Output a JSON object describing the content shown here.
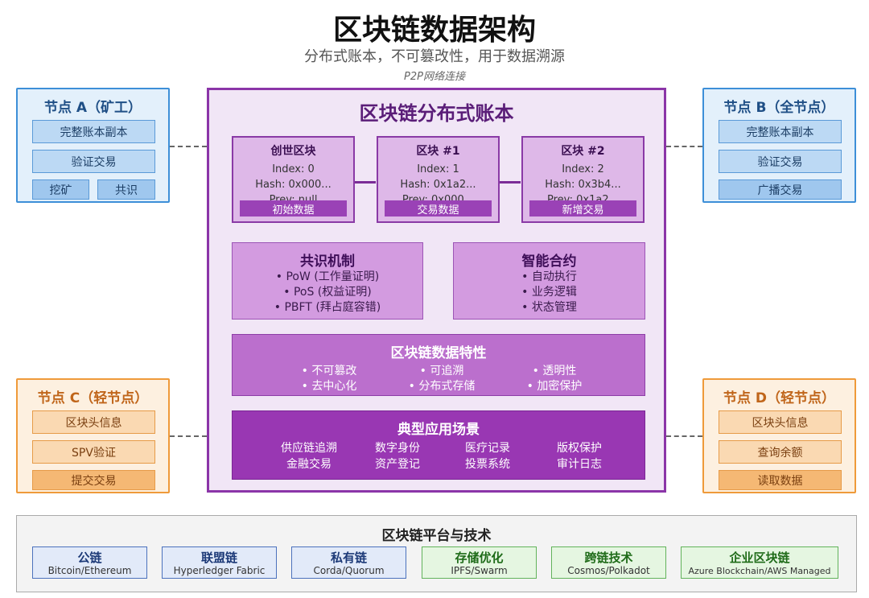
{
  "title": "区块链数据架构",
  "subtitle": "分布式账本，不可篡改性，用于数据溯源",
  "p2p_label": "P2P网络连接",
  "nodes": {
    "a": {
      "title": "节点 A（矿工）",
      "items": [
        "完整账本副本",
        "验证交易",
        "挖矿",
        "共识"
      ]
    },
    "b": {
      "title": "节点 B（全节点）",
      "items": [
        "完整账本副本",
        "验证交易",
        "广播交易"
      ]
    },
    "c": {
      "title": "节点 C（轻节点）",
      "items": [
        "区块头信息",
        "SPV验证",
        "提交交易"
      ]
    },
    "d": {
      "title": "节点 D（轻节点）",
      "items": [
        "区块头信息",
        "查询余额",
        "读取数据"
      ]
    }
  },
  "ledger": {
    "title": "区块链分布式账本",
    "blocks": [
      {
        "title": "创世区块",
        "index": "Index: 0",
        "hash": "Hash: 0x000...",
        "prev": "Prev: null",
        "data": "初始数据"
      },
      {
        "title": "区块 #1",
        "index": "Index: 1",
        "hash": "Hash: 0x1a2...",
        "prev": "Prev: 0x000...",
        "data": "交易数据"
      },
      {
        "title": "区块 #2",
        "index": "Index: 2",
        "hash": "Hash: 0x3b4...",
        "prev": "Prev: 0x1a2...",
        "data": "新增交易"
      }
    ],
    "consensus": {
      "title": "共识机制",
      "items": [
        "• PoW (工作量证明)",
        "• PoS (权益证明)",
        "• PBFT (拜占庭容错)"
      ]
    },
    "contracts": {
      "title": "智能合约",
      "items": [
        "• 自动执行",
        "• 业务逻辑",
        "• 状态管理"
      ]
    },
    "features": {
      "title": "区块链数据特性",
      "items": [
        "• 不可篡改",
        "• 可追溯",
        "• 透明性",
        "• 去中心化",
        "• 分布式存储",
        "• 加密保护"
      ]
    },
    "apps": {
      "title": "典型应用场景",
      "items": [
        "供应链追溯",
        "数字身份",
        "医疗记录",
        "版权保护",
        "金融交易",
        "资产登记",
        "投票系统",
        "审计日志"
      ]
    }
  },
  "platform": {
    "title": "区块链平台与技术",
    "items": [
      {
        "name": "公链",
        "sub": "Bitcoin/Ethereum"
      },
      {
        "name": "联盟链",
        "sub": "Hyperledger Fabric"
      },
      {
        "name": "私有链",
        "sub": "Corda/Quorum"
      },
      {
        "name": "存储优化",
        "sub": "IPFS/Swarm"
      },
      {
        "name": "跨链技术",
        "sub": "Cosmos/Polkadot"
      },
      {
        "name": "企业区块链",
        "sub": "Azure Blockchain/AWS Managed"
      }
    ]
  },
  "colors": {
    "ledger_border": "#8b35a8",
    "node_blue": "#3d8fd8",
    "node_orange": "#ef9a3a",
    "platform_blue": "#4c72bd",
    "platform_green": "#62b35b"
  }
}
